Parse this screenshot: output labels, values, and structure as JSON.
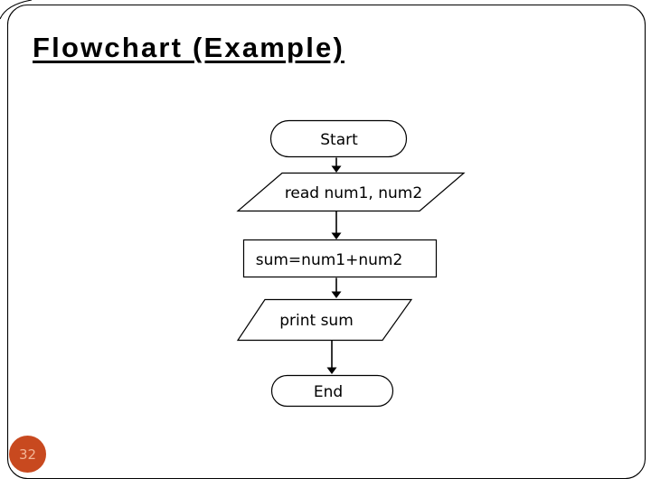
{
  "slide": {
    "title": "Flowchart (Example)",
    "page_number": "32",
    "colors": {
      "page_badge_fill": "#C8491F",
      "page_badge_text": "#F2B596",
      "border": "#000000",
      "shape_stroke": "#000000",
      "shape_fill": "#FFFFFF",
      "text": "#000000"
    }
  },
  "flowchart": {
    "nodes": [
      {
        "id": "start",
        "shape": "terminator",
        "label": "Start"
      },
      {
        "id": "read-input",
        "shape": "input-output",
        "label": "read num1, num2"
      },
      {
        "id": "sum-process",
        "shape": "process",
        "label": "sum=num1+num2"
      },
      {
        "id": "print-output",
        "shape": "input-output",
        "label": "print sum"
      },
      {
        "id": "end",
        "shape": "terminator",
        "label": "End"
      }
    ],
    "connections": [
      {
        "from": "start",
        "to": "read-input"
      },
      {
        "from": "read-input",
        "to": "sum-process"
      },
      {
        "from": "sum-process",
        "to": "print-output"
      },
      {
        "from": "print-output",
        "to": "end"
      }
    ]
  }
}
